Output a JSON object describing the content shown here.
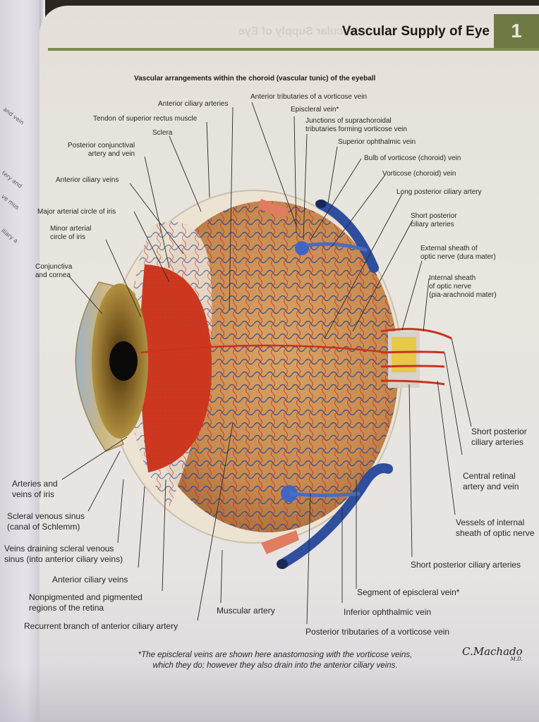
{
  "page": {
    "title": "Vascular Supply of Eye",
    "plate_number": "1",
    "subtitle": "Vascular arrangements within the choroid (vascular tunic) of the eyeball",
    "accent_color": "#6e7a44"
  },
  "left_page_fragments": [
    "and vein",
    "tery and",
    "ve mus",
    "iliary a"
  ],
  "labels": {
    "anterior_ciliary_arteries": "Anterior ciliary arteries",
    "tendon_superior_rectus": "Tendon of superior rectus muscle",
    "sclera": "Sclera",
    "posterior_conjunctival": "Posterior conjunctival\nartery and vein",
    "anterior_ciliary_veins_top": "Anterior ciliary veins",
    "major_arterial_circle": "Major arterial circle of iris",
    "minor_arterial_circle": "Minor arterial\ncircle of iris",
    "conjunctiva_cornea": "Conjunctiva\nand cornea",
    "anterior_tributaries": "Anterior tributaries of a vorticose vein",
    "episcleral_vein": "Episcleral vein*",
    "junctions_suprachoroidal": "Junctions of suprachoroidal\ntributaries forming vorticose vein",
    "superior_ophthalmic_vein": "Superior ophthalmic vein",
    "bulb_vorticose": "Bulb of vorticose (choroid) vein",
    "vorticose_vein": "Vorticose (choroid) vein",
    "long_posterior_ciliary": "Long posterior ciliary artery",
    "short_posterior_ciliary_top": "Short posterior\nciliary arteries",
    "external_sheath": "External sheath of\noptic nerve (dura mater)",
    "internal_sheath": "Internal sheath\nof optic nerve\n(pia-arachnoid mater)",
    "short_posterior_ciliary_right": "Short posterior\nciliary arteries",
    "central_retinal": "Central retinal\nartery and vein",
    "vessels_internal_sheath": "Vessels of internal\nsheath of optic nerve",
    "short_posterior_ciliary_bottom": "Short posterior ciliary arteries",
    "arteries_veins_iris": "Arteries and\nveins of iris",
    "scleral_venous_sinus": "Scleral venous sinus\n(canal of Schlemm)",
    "veins_draining_sinus": "Veins draining scleral venous\nsinus (into anterior ciliary veins)",
    "anterior_ciliary_veins_bottom": "Anterior ciliary veins",
    "nonpigmented_regions": "Nonpigmented and pigmented\nregions of the retina",
    "recurrent_branch": "Recurrent branch of anterior ciliary artery",
    "muscular_artery": "Muscular artery",
    "segment_episcleral": "Segment of episcleral vein*",
    "inferior_ophthalmic": "Inferior ophthalmic vein",
    "posterior_tributaries": "Posterior tributaries of a vorticose vein"
  },
  "footnote": "*The episcleral veins are shown here anastomosing with the vorticose veins,\nwhich they do; however they also drain into the anterior ciliary veins.",
  "signature": {
    "name": "C.Machado",
    "suffix": "M.D."
  }
}
